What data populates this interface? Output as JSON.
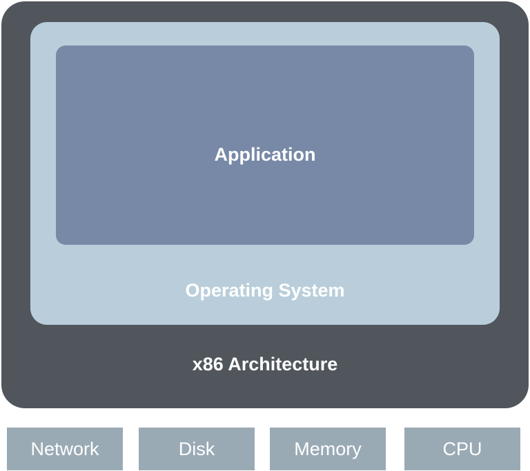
{
  "diagram": {
    "application": "Application",
    "operating_system": "Operating System",
    "architecture": "x86 Architecture",
    "hardware": [
      "Network",
      "Disk",
      "Memory",
      "CPU"
    ]
  },
  "colors": {
    "architecture": "#50565c",
    "operating_system": "#b9ceda",
    "application": "#7789a6",
    "hardware": "#9aaab4",
    "text": "#ffffff"
  }
}
